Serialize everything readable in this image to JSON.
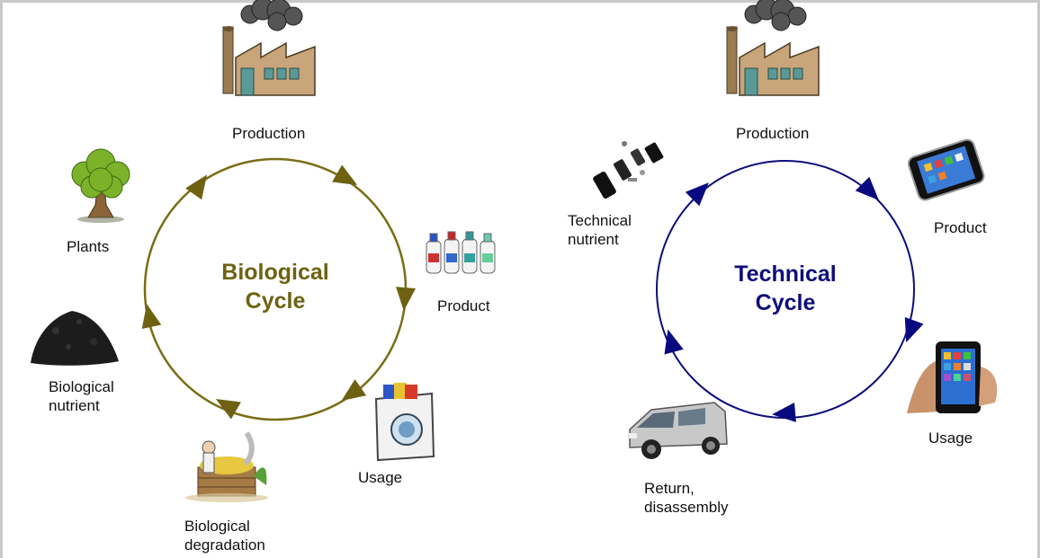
{
  "colors": {
    "biological": "#7a6d14",
    "technical": "#0d0d7a"
  },
  "biological_cycle": {
    "title": "Biological\nCycle",
    "labels": {
      "production": "Production",
      "product": "Product",
      "usage": "Usage",
      "degradation": "Biological\ndegradation",
      "nutrient": "Biological\nnutrient",
      "plants": "Plants"
    }
  },
  "technical_cycle": {
    "title": "Technical\nCycle",
    "labels": {
      "production": "Production",
      "product": "Product",
      "usage": "Usage",
      "return": "Return,\ndisassembly",
      "nutrient": "Technical\nnutrient"
    }
  },
  "icons": {
    "bio_production": "factory-icon",
    "bio_product": "detergent-bottles-icon",
    "bio_usage": "washing-machine-icon",
    "bio_degradation": "compost-icon",
    "bio_nutrient": "soil-pile-icon",
    "bio_plants": "tree-icon",
    "tech_production": "factory-icon",
    "tech_product": "smartphone-icon",
    "tech_usage": "phone-in-hand-icon",
    "tech_return": "van-icon",
    "tech_nutrient": "phone-parts-icon"
  }
}
